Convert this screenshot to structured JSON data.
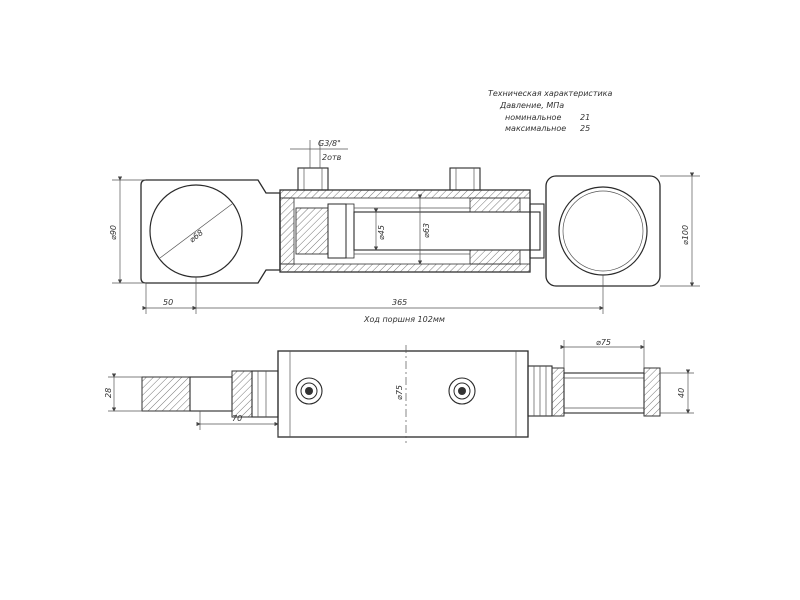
{
  "specs": {
    "title": "Техническая характеристика",
    "pressure_label": "Давление, МПа",
    "nominal_label": "номинальное",
    "nominal_value": "21",
    "max_label": "максимальное",
    "max_value": "25"
  },
  "dimensions": {
    "port_thread": "G3/8\"",
    "port_count": "2отв",
    "d90": "⌀90",
    "d68": "⌀68",
    "d45": "⌀45",
    "d63": "⌀63",
    "d100": "⌀100",
    "len50": "50",
    "len365": "365",
    "stroke": "Ход поршня 102мм",
    "d75_top": "⌀75",
    "d75_body": "⌀75",
    "w28": "28",
    "len70": "70",
    "w40": "40"
  }
}
